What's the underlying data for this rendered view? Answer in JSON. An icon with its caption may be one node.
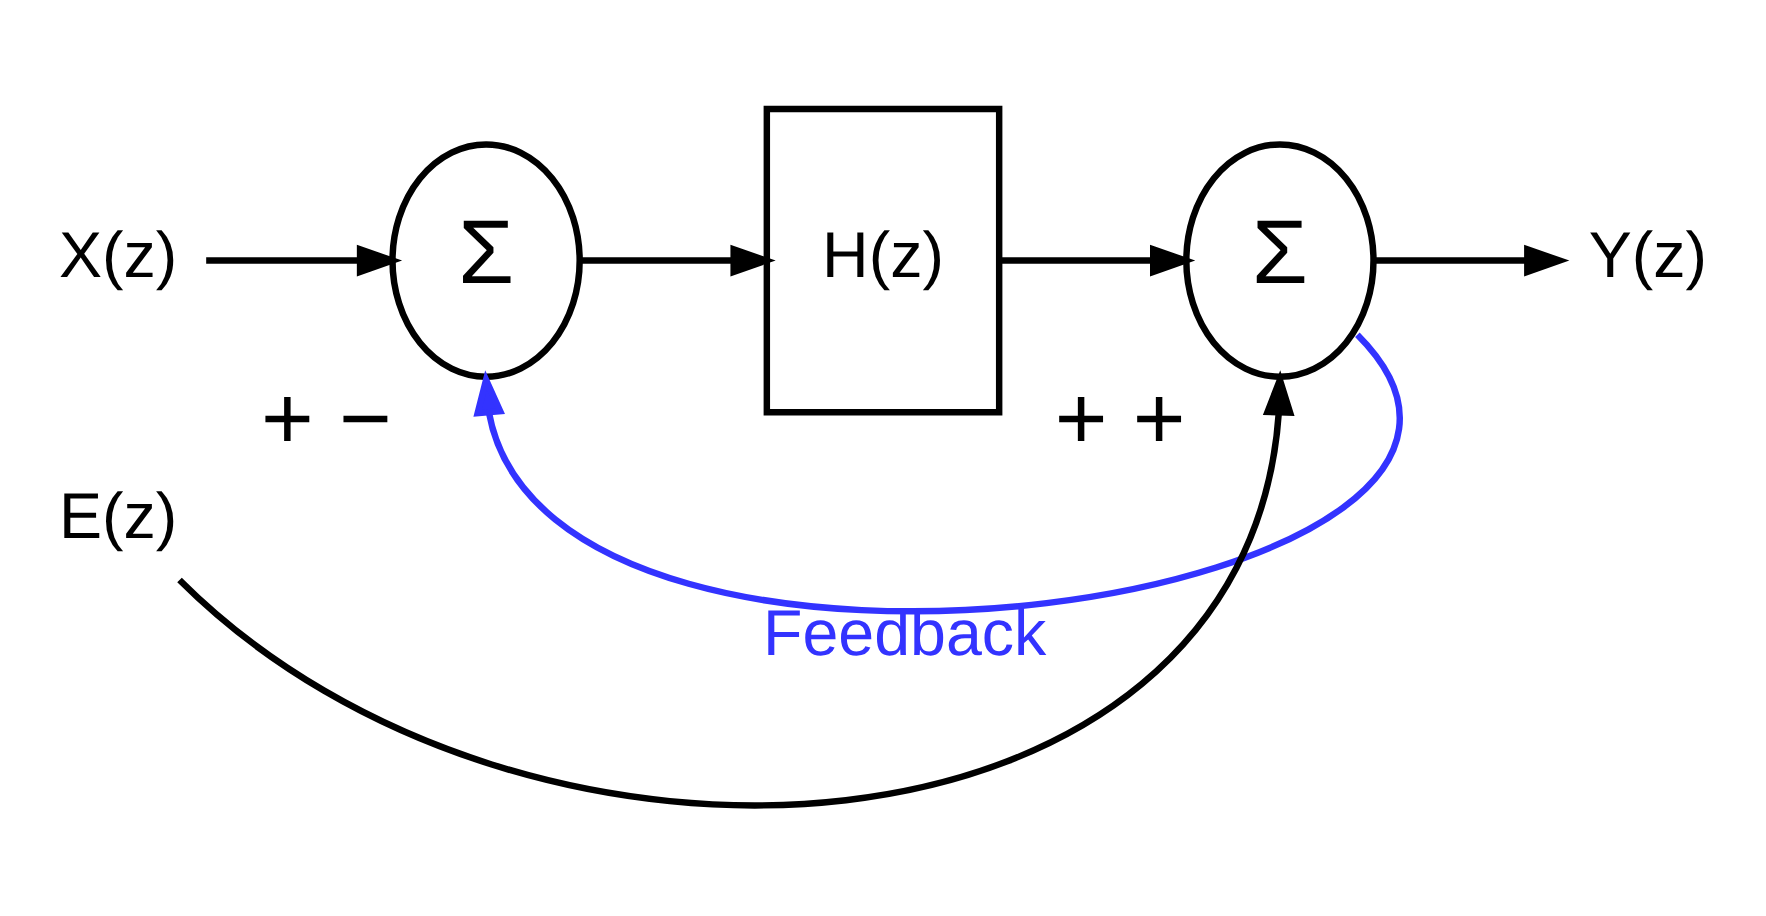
{
  "diagram": {
    "nodes": [
      {
        "text": [
          "X(z)"
        ]
      },
      {
        "text": [
          "Σ"
        ],
        "beside": [
          "+",
          "−"
        ]
      },
      {
        "text": [
          "H(z)"
        ]
      },
      {
        "text": [
          "Σ"
        ],
        "beside": [
          "+",
          "+"
        ]
      },
      {
        "text": [
          "E(z)"
        ]
      },
      {
        "text": [
          "Y(z)"
        ]
      }
    ],
    "edges": [
      {
        "from": 0,
        "to": 1,
        "arrow": "to"
      },
      {
        "from": 1,
        "to": 2,
        "arrow": "to"
      },
      {
        "from": 2,
        "to": 3,
        "arrow": "to"
      },
      {
        "from": 4,
        "to": 3,
        "arrow": "to"
      },
      {
        "from": 3,
        "to": 5,
        "arrow": "to"
      },
      {
        "from": 3,
        "to": 1,
        "arrow": "to",
        "label": "Feedback",
        "color": "#3333ff"
      }
    ]
  }
}
